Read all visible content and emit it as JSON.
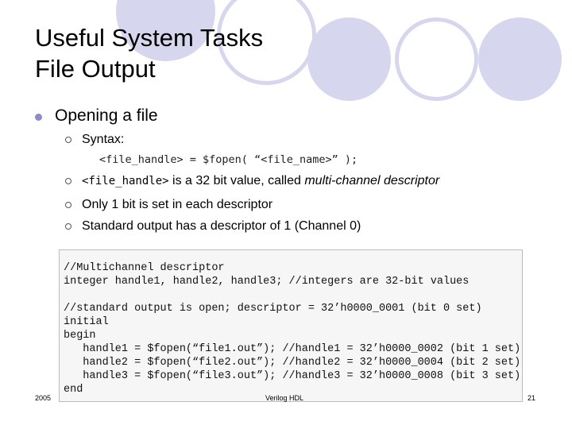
{
  "slide": {
    "title_line1": "Useful System Tasks",
    "title_line2": "File Output",
    "bullet": "Opening a file",
    "syntax_label": "Syntax:",
    "syntax_code": "<file_handle> = $fopen( “<file_name>” );",
    "points": [
      {
        "code": "<file_handle>",
        "text": " is a 32 bit value, called ",
        "emph": "multi-channel descriptor"
      },
      {
        "text": "Only 1 bit is set in each descriptor"
      },
      {
        "text": "Standard output has a descriptor of 1 (Channel 0)"
      }
    ]
  },
  "code": {
    "lines": [
      "//Multichannel descriptor",
      "integer handle1, handle2, handle3; //integers are 32-bit values",
      "",
      "//standard output is open; descriptor = 32’h0000_0001 (bit 0 set)",
      "initial",
      "begin",
      "   handle1 = $fopen(“file1.out”); //handle1 = 32’h0000_0002 (bit 1 set)",
      "   handle2 = $fopen(“file2.out”); //handle2 = 32’h0000_0004 (bit 2 set)",
      "   handle3 = $fopen(“file3.out”); //handle3 = 32’h0000_0008 (bit 3 set)",
      "end"
    ]
  },
  "footer": {
    "year": "2005",
    "center": "Verilog HDL",
    "page": "21"
  },
  "colors": {
    "decoration": "#d6d6ee",
    "bullet": "#8c8cc8"
  }
}
